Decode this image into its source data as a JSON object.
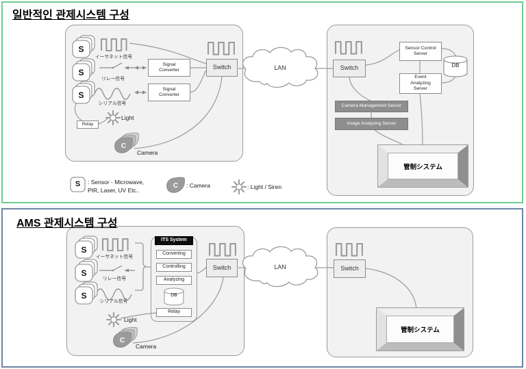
{
  "sec1": {
    "title": "일반적인 관제시스템 구성",
    "signals": {
      "ethernet": "イーサネット信号",
      "relay": "リレー信号",
      "serial": "シリアル信号"
    },
    "converter1": "Signal Converter",
    "converter2": "Signal Converter",
    "switch_left": "Switch",
    "relay_box": "Relay",
    "light_label": "Light",
    "camera_label": "Camera",
    "lan": "LAN",
    "switch_right": "Switch",
    "servers": {
      "sensor_control": "Sensor Control Server",
      "db": "DB",
      "event_analyzing": "Event Analyzing Server",
      "camera_management": "Camera Management Server",
      "image_analyzing": "Image Analyzing Server"
    },
    "monitor": "管制システム",
    "legend": {
      "s_letter": "S",
      "s_line1": ": Sensor - Microwave,",
      "s_line2": "PIR, Laser, UV Etc..",
      "c_letter": "C",
      "c_text": ": Camera",
      "light_text": ": Light / Siren"
    }
  },
  "sec2": {
    "title": "AMS 관제시스템 구성",
    "signals": {
      "ethernet": "イーサネット信号",
      "relay": "リレー信号",
      "serial": "シリアル信号"
    },
    "its": {
      "header": "ITS System",
      "items": [
        "Converting",
        "Controlling",
        "Analyzing"
      ],
      "db": "DB",
      "relay": "Relay"
    },
    "light_label": "Light",
    "camera_label": "Camera",
    "switch_left": "Switch",
    "lan": "LAN",
    "switch_right": "Switch",
    "monitor": "管制システム"
  },
  "icons": {
    "sensor_letter": "S",
    "camera_letter": "C"
  },
  "palette": {
    "section1_border": "#6fcb90",
    "section2_border": "#6d83a3",
    "container_fill": "#f2f2f2",
    "gray_server": "#8e8e8e"
  }
}
